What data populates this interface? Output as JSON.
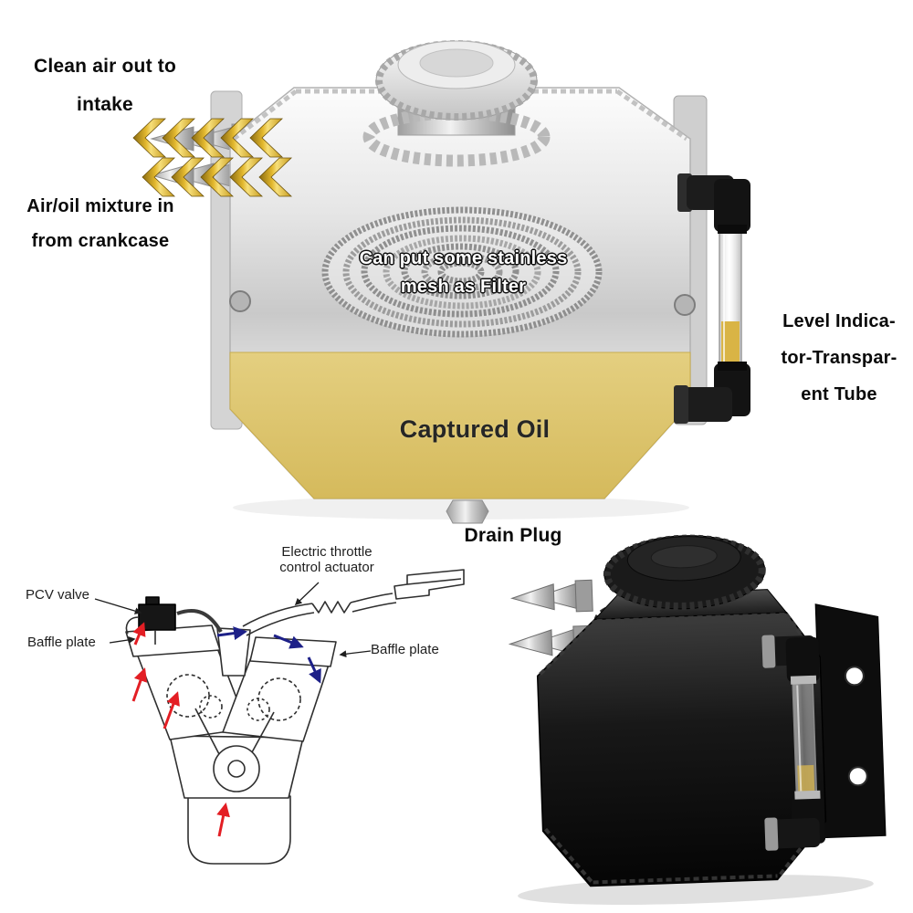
{
  "product": {
    "annotations": {
      "clean_air": "Clean air out to\nintake",
      "air_oil": "Air/oil mixture in\nfrom crankcase",
      "mesh": "Can put some stainless\nmesh as Filter",
      "captured_oil": "Captured Oil",
      "level_tube": "Level Indica-\ntor-Transpar-\nent Tube",
      "drain_plug": "Drain Plug"
    },
    "colors": {
      "captured_oil_fill": "#ddc26b",
      "arrow_gold": "#d8a92a",
      "aluminum": "#d9d9d9",
      "black_can": "#151515",
      "tube_oil": "#d9b445",
      "diagram_red": "#e31e24",
      "diagram_blue": "#1d2088"
    }
  },
  "diagram": {
    "labels": {
      "electric_throttle": "Electric throttle\ncontrol actuator",
      "pcv_valve": "PCV valve",
      "baffle_left": "Baffle plate",
      "baffle_right": "Baffle plate"
    }
  }
}
